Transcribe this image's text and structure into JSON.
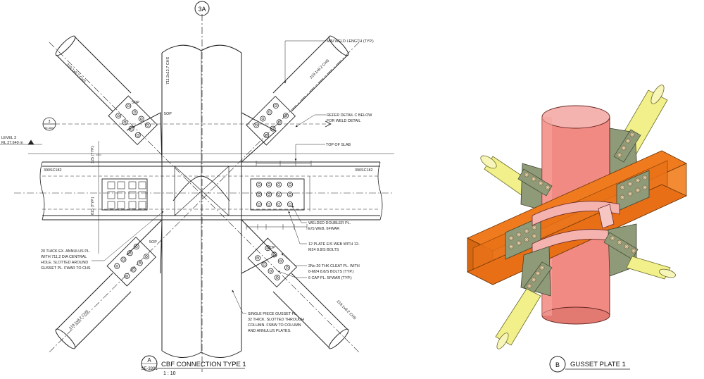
{
  "drawing_a": {
    "grid_label": "3A",
    "marker_letter": "A",
    "sheet_ref": "SE-3301",
    "title": "CBF CONNECTION TYPE 1",
    "scale": "1 : 10",
    "section_marker": {
      "top": "3",
      "bottom": "SE-3601"
    },
    "level_label": "LEVEL 3",
    "level_rl": "RL 27.640 m",
    "brace_labels": [
      "219.1x8.2 CHS",
      "219.1x8.2 CHS",
      "219.1x8.2 CHS",
      "219.1x8.2 CHS"
    ],
    "column_label": "711.2x12.7 CHS",
    "beam_labels": [
      "390SC182",
      "390SC182"
    ],
    "top_of_slab": "TOP OF SLAB",
    "weld_marks": [
      "5OP",
      "5OP",
      "5OP",
      "5OP"
    ],
    "side_dims": [
      "125 (TYP.)",
      "815 (TYP.)"
    ],
    "annotations": {
      "min_weld": "MIN WELD LENGTH (TYP.)",
      "refer_detail": [
        "REFER DETAIL C BELOW",
        "FOR WELD DETAIL"
      ],
      "annulus": [
        "20 THICK EX. ANNULUS PL.",
        "WITH 711.2 DIA CENTRAL",
        "HOLE. SLOTTED AROUND",
        "GUSSET PL. FWAR TO CHS"
      ],
      "doubler": [
        "WELDED DOUBLER PL.",
        "E/S WEB, 6FWAR"
      ],
      "plate_bolts": [
        "12 PLATE E/S WEB WITH 12-",
        "M24 8.8/S BOLTS"
      ],
      "cleat": [
        "2No 20 THK CLEAT PL. WITH",
        "8-M24 8.8/S BOLTS (TYP.)"
      ],
      "cap": [
        "6 CAP PL. 5FWAR (TYP.)"
      ],
      "gusset": [
        "SINGLE PIECE GUSSET PL.",
        "32 THICK. SLOTTED THROUGH",
        "COLUMN. FSBW TO COLUMN",
        "AND ANNULUS PLATES."
      ]
    }
  },
  "drawing_b": {
    "marker_letter": "B",
    "title": "GUSSET PLATE 1"
  },
  "colors": {
    "line": "#222222",
    "column_3d": "#f08a82",
    "beam_3d": "#f07a1e",
    "brace_3d": "#f2f08a",
    "gusset_3d": "#8e9a78",
    "plate_3d": "#f4b3ae"
  }
}
